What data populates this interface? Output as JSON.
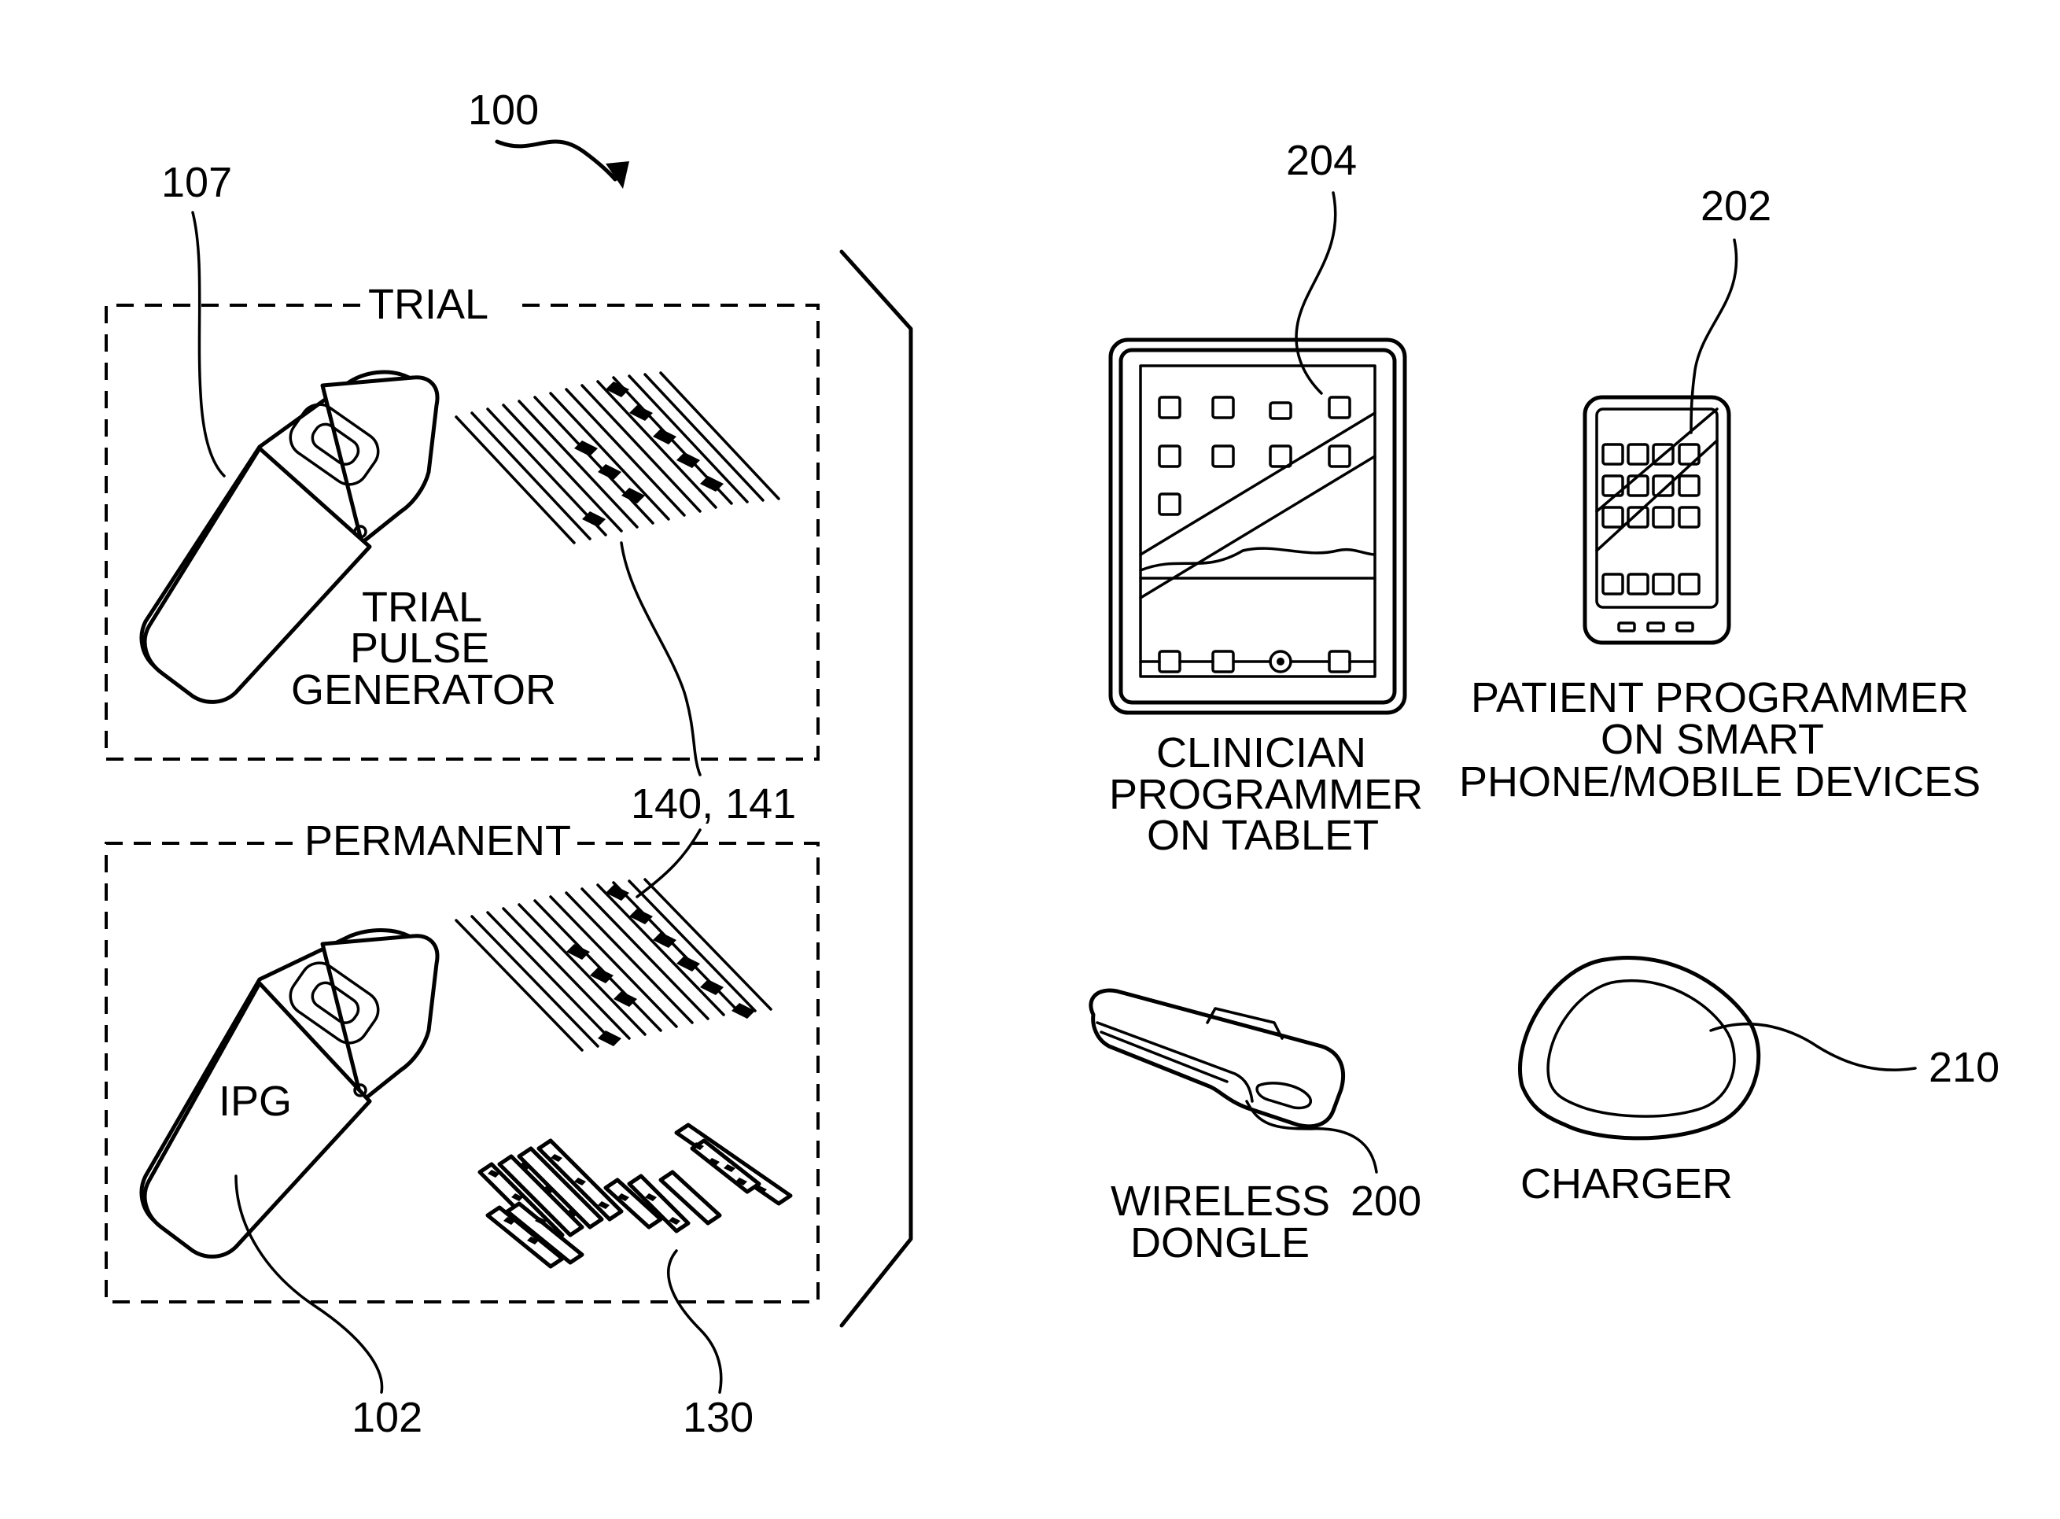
{
  "figure": {
    "ref_system": "100",
    "trial": {
      "title": "TRIAL",
      "device_label_lines": [
        "TRIAL",
        "PULSE",
        "GENERATOR"
      ],
      "ref_device": "107"
    },
    "permanent": {
      "title": "PERMANENT",
      "device_label": "IPG",
      "ref_device": "102",
      "ref_paddle": "130"
    },
    "ref_leads": "140, 141",
    "clinician": {
      "ref": "204",
      "label_lines": [
        "CLINICIAN",
        "PROGRAMMER",
        "ON TABLET"
      ]
    },
    "patient": {
      "ref": "202",
      "label_lines": [
        "PATIENT PROGRAMMER",
        "ON SMART",
        "PHONE/MOBILE DEVICES"
      ]
    },
    "dongle": {
      "ref": "200",
      "label_lines": [
        "WIRELESS",
        "DONGLE"
      ]
    },
    "charger": {
      "ref": "210",
      "label": "CHARGER"
    }
  }
}
